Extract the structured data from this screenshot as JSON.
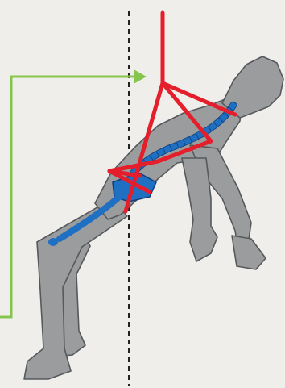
{
  "diagram": {
    "colors": {
      "background": "#f0eeea",
      "figure": "#9b9c9d",
      "figure_outline": "#55595c",
      "spine": "#1f6fc2",
      "spine_outline": "#0f3f7a",
      "harness": "#e41e2b",
      "arrow": "#86c54d",
      "centerline": "#222222"
    },
    "icons": {
      "figure": "suspended-person-figure",
      "spine": "spine-skeleton",
      "harness": "harness-straps",
      "arrow": "green-arrow",
      "centerline": "vertical-dashed-line"
    }
  }
}
